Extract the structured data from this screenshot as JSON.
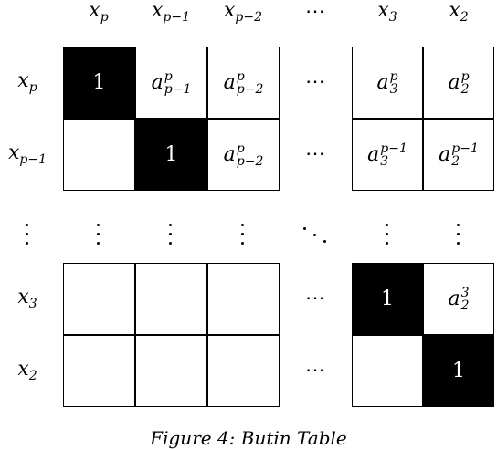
{
  "columns": [
    {
      "base": "x",
      "sub": "p"
    },
    {
      "base": "x",
      "sub": "p−1"
    },
    {
      "base": "x",
      "sub": "p−2"
    },
    {
      "dots": "⋯"
    },
    {
      "base": "x",
      "sub": "3"
    },
    {
      "base": "x",
      "sub": "2"
    }
  ],
  "rows": [
    {
      "base": "x",
      "sub": "p"
    },
    {
      "base": "x",
      "sub": "p−1"
    },
    {
      "vdots": true
    },
    {
      "base": "x",
      "sub": "3"
    },
    {
      "base": "x",
      "sub": "2"
    }
  ],
  "cells": {
    "r0": [
      {
        "type": "black",
        "text": "1"
      },
      {
        "type": "a",
        "sub": "p−1",
        "sup": "p"
      },
      {
        "type": "a",
        "sub": "p−2",
        "sup": "p"
      },
      {
        "type": "dots",
        "text": "⋯"
      },
      {
        "type": "a",
        "sub": "3",
        "sup": "p"
      },
      {
        "type": "a",
        "sub": "2",
        "sup": "p"
      }
    ],
    "r1": [
      {
        "type": "empty"
      },
      {
        "type": "black",
        "text": "1"
      },
      {
        "type": "a",
        "sub": "p−2",
        "sup": "p"
      },
      {
        "type": "dots",
        "text": "⋯"
      },
      {
        "type": "a",
        "sub": "3",
        "sup": "p−1"
      },
      {
        "type": "a",
        "sub": "2",
        "sup": "p−1"
      }
    ],
    "r3": [
      {
        "type": "empty"
      },
      {
        "type": "empty"
      },
      {
        "type": "empty"
      },
      {
        "type": "dots",
        "text": "⋯"
      },
      {
        "type": "black",
        "text": "1"
      },
      {
        "type": "a",
        "sub": "2",
        "sup": "3"
      }
    ],
    "r4": [
      {
        "type": "empty"
      },
      {
        "type": "empty"
      },
      {
        "type": "empty"
      },
      {
        "type": "dots",
        "text": "⋯"
      },
      {
        "type": "empty"
      },
      {
        "type": "black",
        "text": "1"
      }
    ]
  },
  "symbols": {
    "a": "a",
    "hdots": "⋯"
  },
  "caption": "Figure 4: Butin Table"
}
